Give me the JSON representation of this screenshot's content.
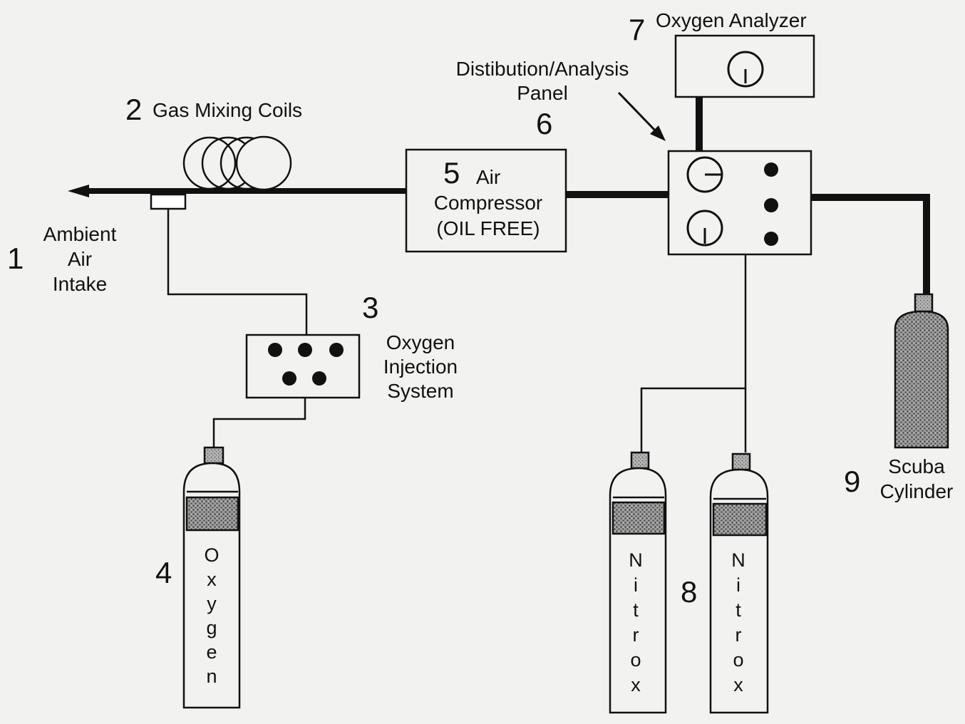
{
  "labels": {
    "ambient_air_intake": [
      "Ambient",
      "Air",
      "Intake"
    ],
    "gas_mixing_coils": "Gas Mixing Coils",
    "oxygen_injection_system": [
      "Oxygen",
      "Injection",
      "System"
    ],
    "air_compressor": [
      "Air",
      "Compressor",
      "(OIL FREE)"
    ],
    "distribution_panel": [
      "Distibution/Analysis",
      "Panel"
    ],
    "oxygen_analyzer": "Oxygen Analyzer",
    "scuba_cylinder": [
      "Scuba",
      "Cylinder"
    ],
    "oxygen_tank_text": "Oxygen",
    "nitrox_tank_text": "Nitrox"
  },
  "numbers": {
    "n1": "1",
    "n2": "2",
    "n3": "3",
    "n4": "4",
    "n5": "5",
    "n6": "6",
    "n7": "7",
    "n8": "8",
    "n9": "9"
  }
}
